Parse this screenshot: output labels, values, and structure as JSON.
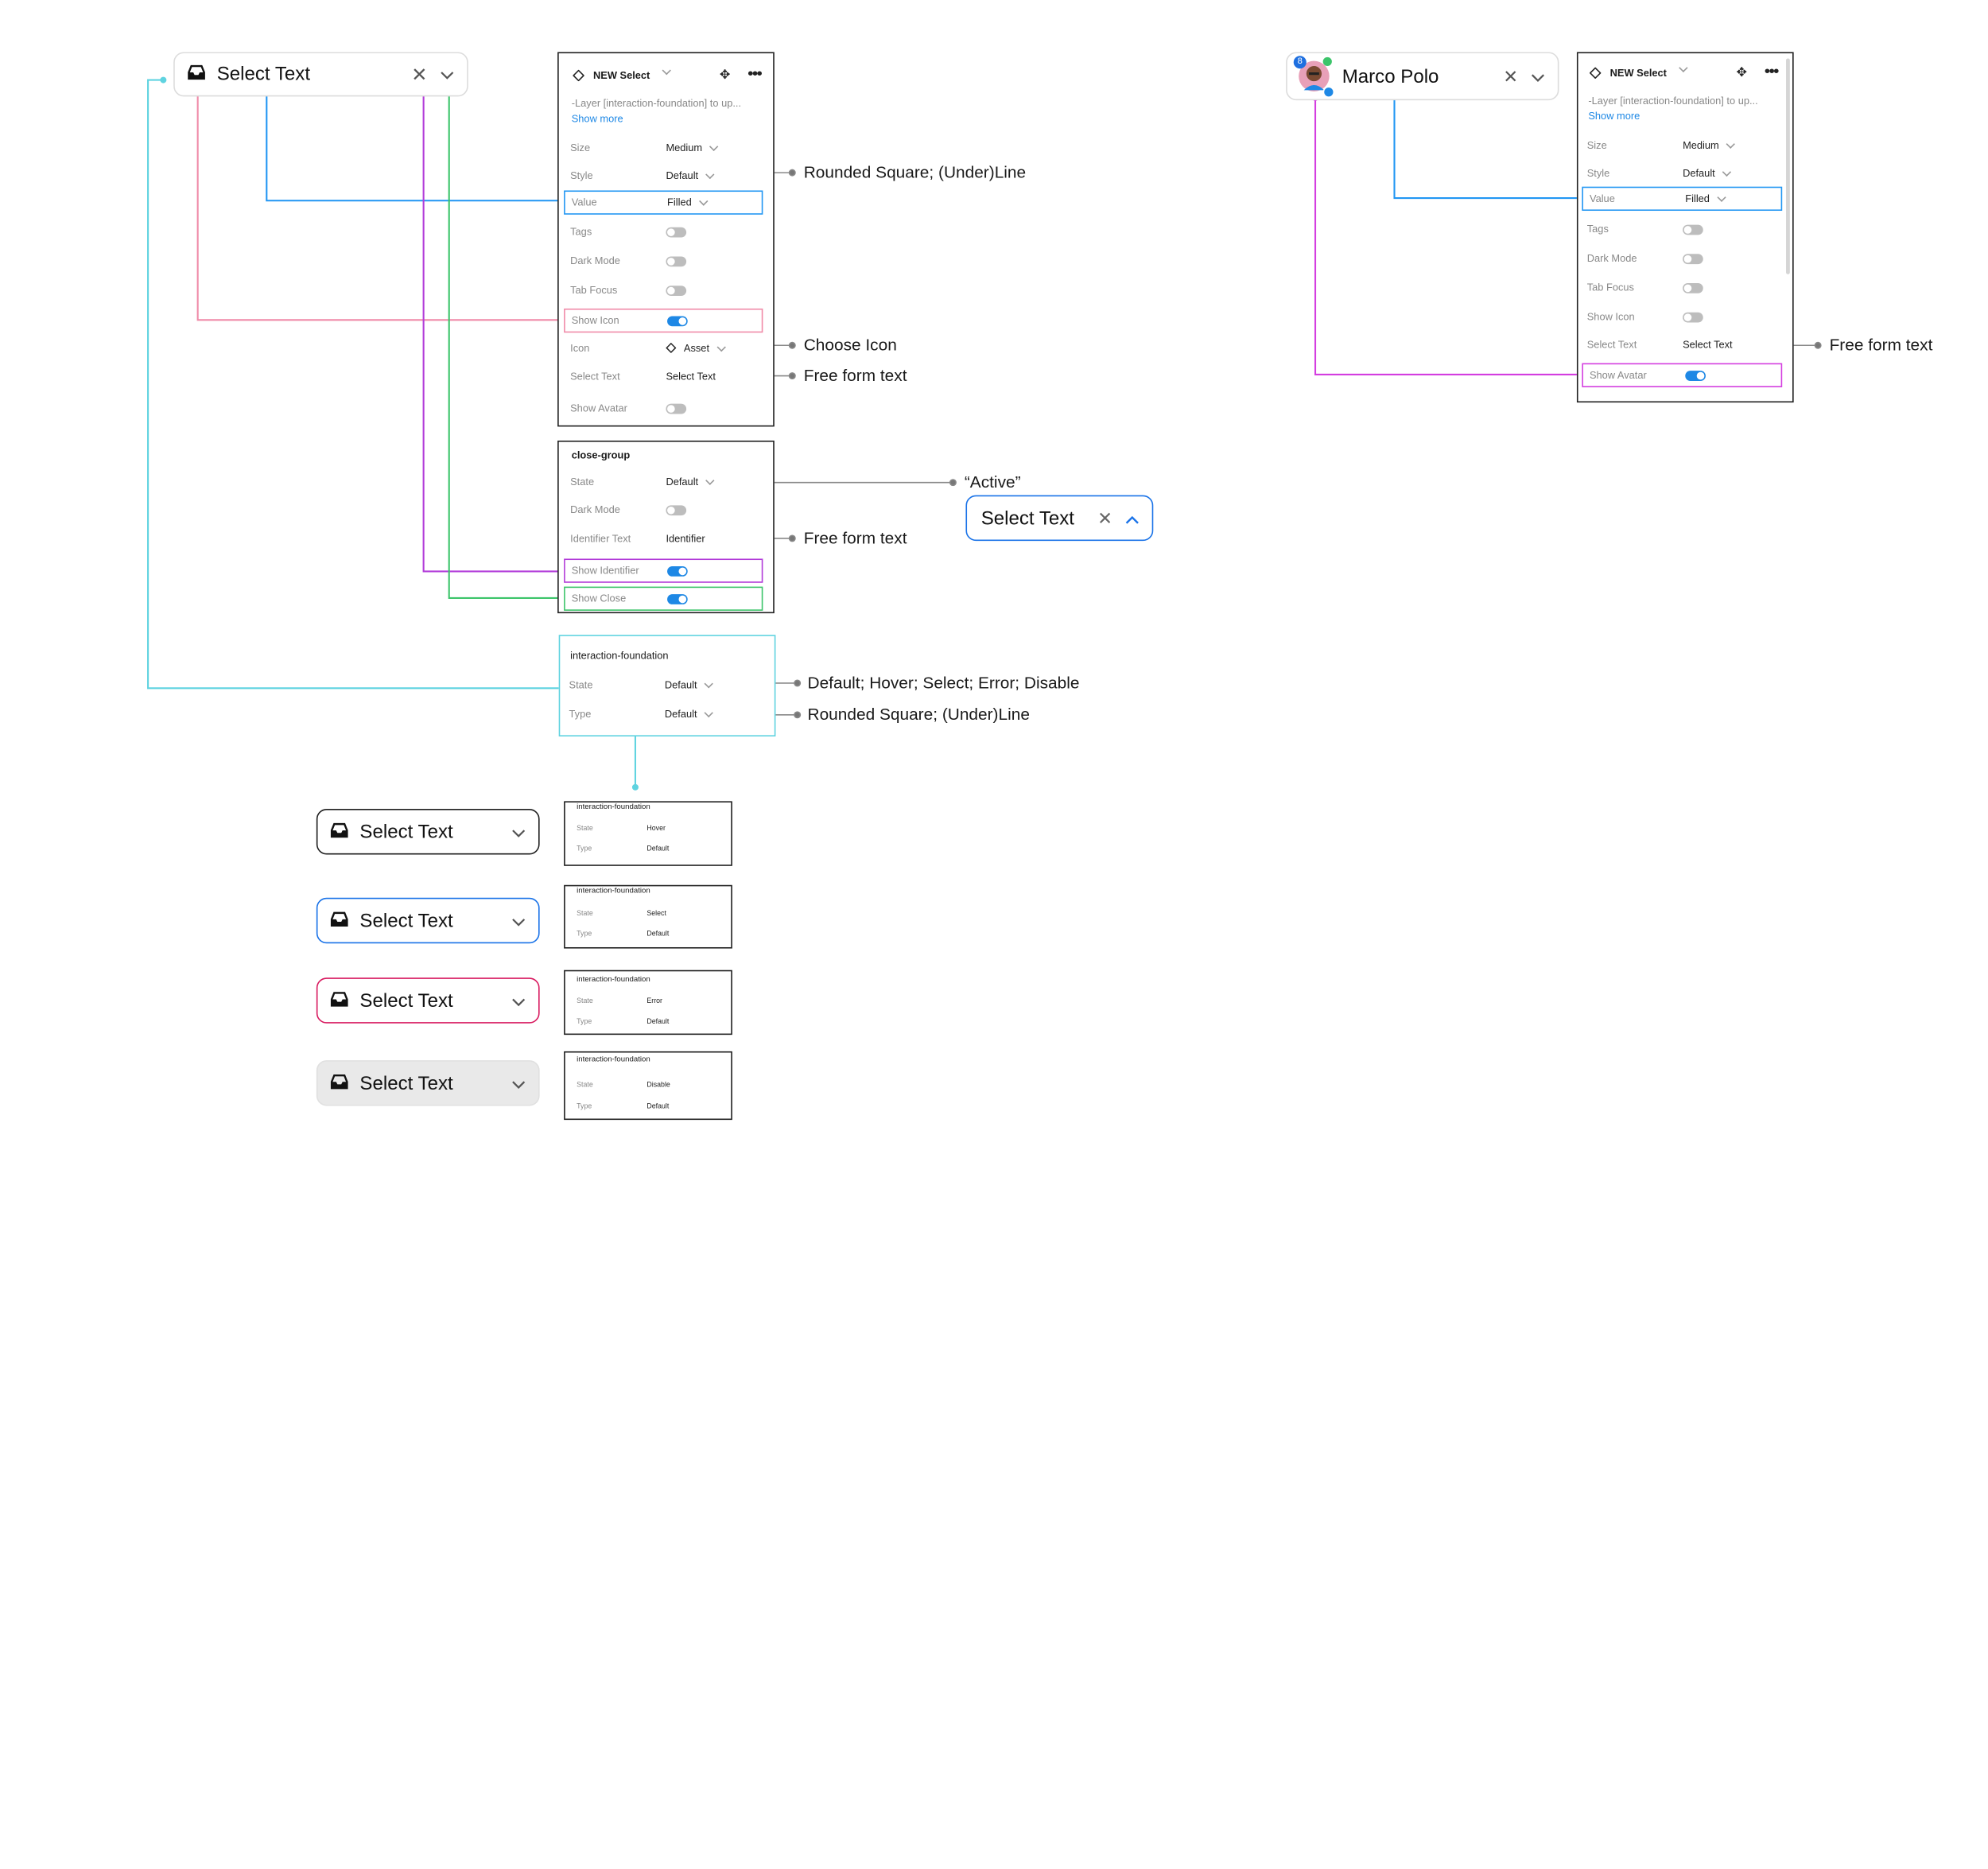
{
  "colors": {
    "blue": "#2196f3",
    "pink": "#f08aa8",
    "purple": "#b23cd9",
    "green": "#3cc46a",
    "cyan": "#5fd3e0",
    "gray": "#888888"
  },
  "main_select": {
    "label": "Select Text",
    "icon": "inbox-icon"
  },
  "avatar_select": {
    "label": "Marco Polo",
    "badge": "8"
  },
  "active_select": {
    "label": "Select Text"
  },
  "variant_selects": [
    {
      "label": "Select Text",
      "state": "Hover"
    },
    {
      "label": "Select Text",
      "state": "Select"
    },
    {
      "label": "Select Text",
      "state": "Error"
    },
    {
      "label": "Select Text",
      "state": "Disable"
    }
  ],
  "panel_new_select": {
    "title": "NEW Select",
    "description": "-Layer [interaction-foundation] to up...",
    "show_more": "Show more",
    "props": [
      {
        "k": "Size",
        "v": "Medium"
      },
      {
        "k": "Style",
        "v": "Default"
      },
      {
        "k": "Value",
        "v": "Filled"
      },
      {
        "k": "Tags",
        "v": ""
      },
      {
        "k": "Dark Mode",
        "v": ""
      },
      {
        "k": "Tab Focus",
        "v": ""
      },
      {
        "k": "Show Icon",
        "v": ""
      },
      {
        "k": "Icon",
        "v": "Asset"
      },
      {
        "k": "Select Text",
        "v": "Select Text"
      },
      {
        "k": "Show Avatar",
        "v": ""
      }
    ]
  },
  "panel_close_group": {
    "title": "close-group",
    "props": [
      {
        "k": "State",
        "v": "Default"
      },
      {
        "k": "Dark Mode",
        "v": ""
      },
      {
        "k": "Identifier Text",
        "v": "Identifier"
      },
      {
        "k": "Show Identifier",
        "v": ""
      },
      {
        "k": "Show Close",
        "v": ""
      }
    ]
  },
  "panel_interaction": {
    "title": "interaction-foundation",
    "props": [
      {
        "k": "State",
        "v": "Default"
      },
      {
        "k": "Type",
        "v": "Default"
      }
    ]
  },
  "tiny_panels": [
    {
      "title": "interaction-foundation",
      "state_k": "State",
      "state": "Hover",
      "type_k": "Type",
      "type": "Default"
    },
    {
      "title": "interaction-foundation",
      "state_k": "State",
      "state": "Select",
      "type_k": "Type",
      "type": "Default"
    },
    {
      "title": "interaction-foundation",
      "state_k": "State",
      "state": "Error",
      "type_k": "Type",
      "type": "Default"
    },
    {
      "title": "interaction-foundation",
      "state_k": "State",
      "state": "Disable",
      "type_k": "Type",
      "type": "Default"
    }
  ],
  "panel_right": {
    "title": "NEW Select",
    "description": "-Layer [interaction-foundation] to up...",
    "show_more": "Show more",
    "props": [
      {
        "k": "Size",
        "v": "Medium"
      },
      {
        "k": "Style",
        "v": "Default"
      },
      {
        "k": "Value",
        "v": "Filled"
      },
      {
        "k": "Tags",
        "v": ""
      },
      {
        "k": "Dark Mode",
        "v": ""
      },
      {
        "k": "Tab Focus",
        "v": ""
      },
      {
        "k": "Show Icon",
        "v": ""
      },
      {
        "k": "Select Text",
        "v": "Select Text"
      },
      {
        "k": "Show Avatar",
        "v": ""
      }
    ]
  },
  "notes": {
    "style": "Rounded Square; (Under)Line",
    "icon": "Choose Icon",
    "select_text": "Free form text",
    "active": "“Active”",
    "identifier": "Free form text",
    "state": "Default; Hover; Select; Error; Disable",
    "type": "Rounded Square; (Under)Line",
    "right_select_text": "Free form text"
  }
}
